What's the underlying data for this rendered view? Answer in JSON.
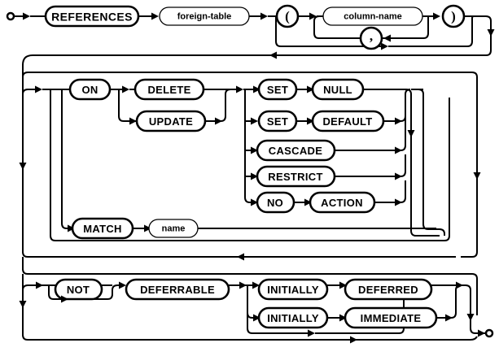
{
  "diagram": {
    "title": "REFERENCES foreign-key clause railroad syntax diagram",
    "type": "railroad-syntax-diagram",
    "start_marker": "start-terminal",
    "end_marker": "end-terminal",
    "colors": {
      "background": "#ffffff",
      "line": "#000000",
      "text": "#000000"
    },
    "nodes": {
      "references": {
        "label": "REFERENCES",
        "kind": "keyword"
      },
      "foreign_table": {
        "label": "foreign-table",
        "kind": "nonterminal"
      },
      "open_paren": {
        "label": "(",
        "kind": "keyword"
      },
      "column_name": {
        "label": "column-name",
        "kind": "nonterminal"
      },
      "comma": {
        "label": ",",
        "kind": "keyword"
      },
      "close_paren": {
        "label": ")",
        "kind": "keyword"
      },
      "on": {
        "label": "ON",
        "kind": "keyword"
      },
      "delete": {
        "label": "DELETE",
        "kind": "keyword"
      },
      "update": {
        "label": "UPDATE",
        "kind": "keyword"
      },
      "set1": {
        "label": "SET",
        "kind": "keyword"
      },
      "null": {
        "label": "NULL",
        "kind": "keyword"
      },
      "set2": {
        "label": "SET",
        "kind": "keyword"
      },
      "default": {
        "label": "DEFAULT",
        "kind": "keyword"
      },
      "cascade": {
        "label": "CASCADE",
        "kind": "keyword"
      },
      "restrict": {
        "label": "RESTRICT",
        "kind": "keyword"
      },
      "no": {
        "label": "NO",
        "kind": "keyword"
      },
      "action": {
        "label": "ACTION",
        "kind": "keyword"
      },
      "match": {
        "label": "MATCH",
        "kind": "keyword"
      },
      "name": {
        "label": "name",
        "kind": "nonterminal"
      },
      "not": {
        "label": "NOT",
        "kind": "keyword"
      },
      "deferrable": {
        "label": "DEFERRABLE",
        "kind": "keyword"
      },
      "initially1": {
        "label": "INITIALLY",
        "kind": "keyword"
      },
      "deferred": {
        "label": "DEFERRED",
        "kind": "keyword"
      },
      "initially2": {
        "label": "INITIALLY",
        "kind": "keyword"
      },
      "immediate": {
        "label": "IMMEDIATE",
        "kind": "keyword"
      }
    }
  }
}
